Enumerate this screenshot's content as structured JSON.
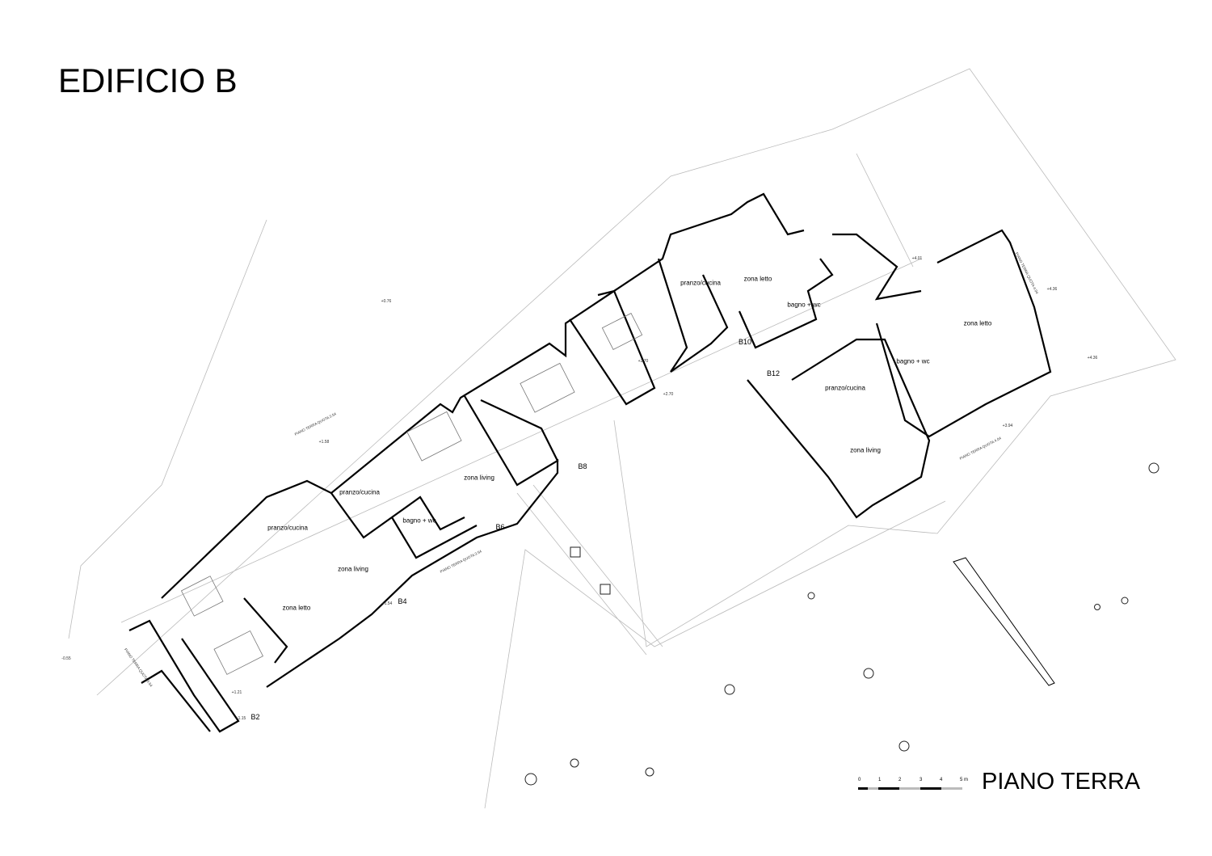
{
  "title": "EDIFICIO B",
  "subtitle": "PIANO TERRA",
  "scale_bar": {
    "ticks": [
      "0",
      "1",
      "2",
      "3",
      "4",
      "5 m"
    ]
  },
  "rooms": [
    {
      "label": "pranzo/cucina"
    },
    {
      "label": "zona letto"
    },
    {
      "label": "bagno + wc"
    },
    {
      "label": "zona letto"
    },
    {
      "label": "bagno + wc"
    },
    {
      "label": "pranzo/cucina"
    },
    {
      "label": "zona living"
    },
    {
      "label": "pranzo/cucina"
    },
    {
      "label": "zona living"
    },
    {
      "label": "bagno + wc"
    },
    {
      "label": "pranzo/cucina"
    },
    {
      "label": "zona living"
    },
    {
      "label": "zona letto"
    }
  ],
  "units": [
    "B10",
    "B12",
    "B8",
    "B6",
    "B4",
    "B2"
  ],
  "elevations": [
    "+0.76",
    "+1.58",
    "+2.70",
    "+2.70",
    "+4.01",
    "+4.36",
    "+4.36",
    "+3.94",
    "+1.54",
    "+1.21",
    "+1.15",
    "-0.55"
  ],
  "annotations": [
    "PIANO TERRA QUOTA 3.54",
    "PIANO TERRA QUOTA 3.54",
    "PIANO TERRA QUOTA 4.04",
    "PIANO TERRA QUOTA 4.04",
    "PIANO TERRA QUOTA 3.54"
  ]
}
